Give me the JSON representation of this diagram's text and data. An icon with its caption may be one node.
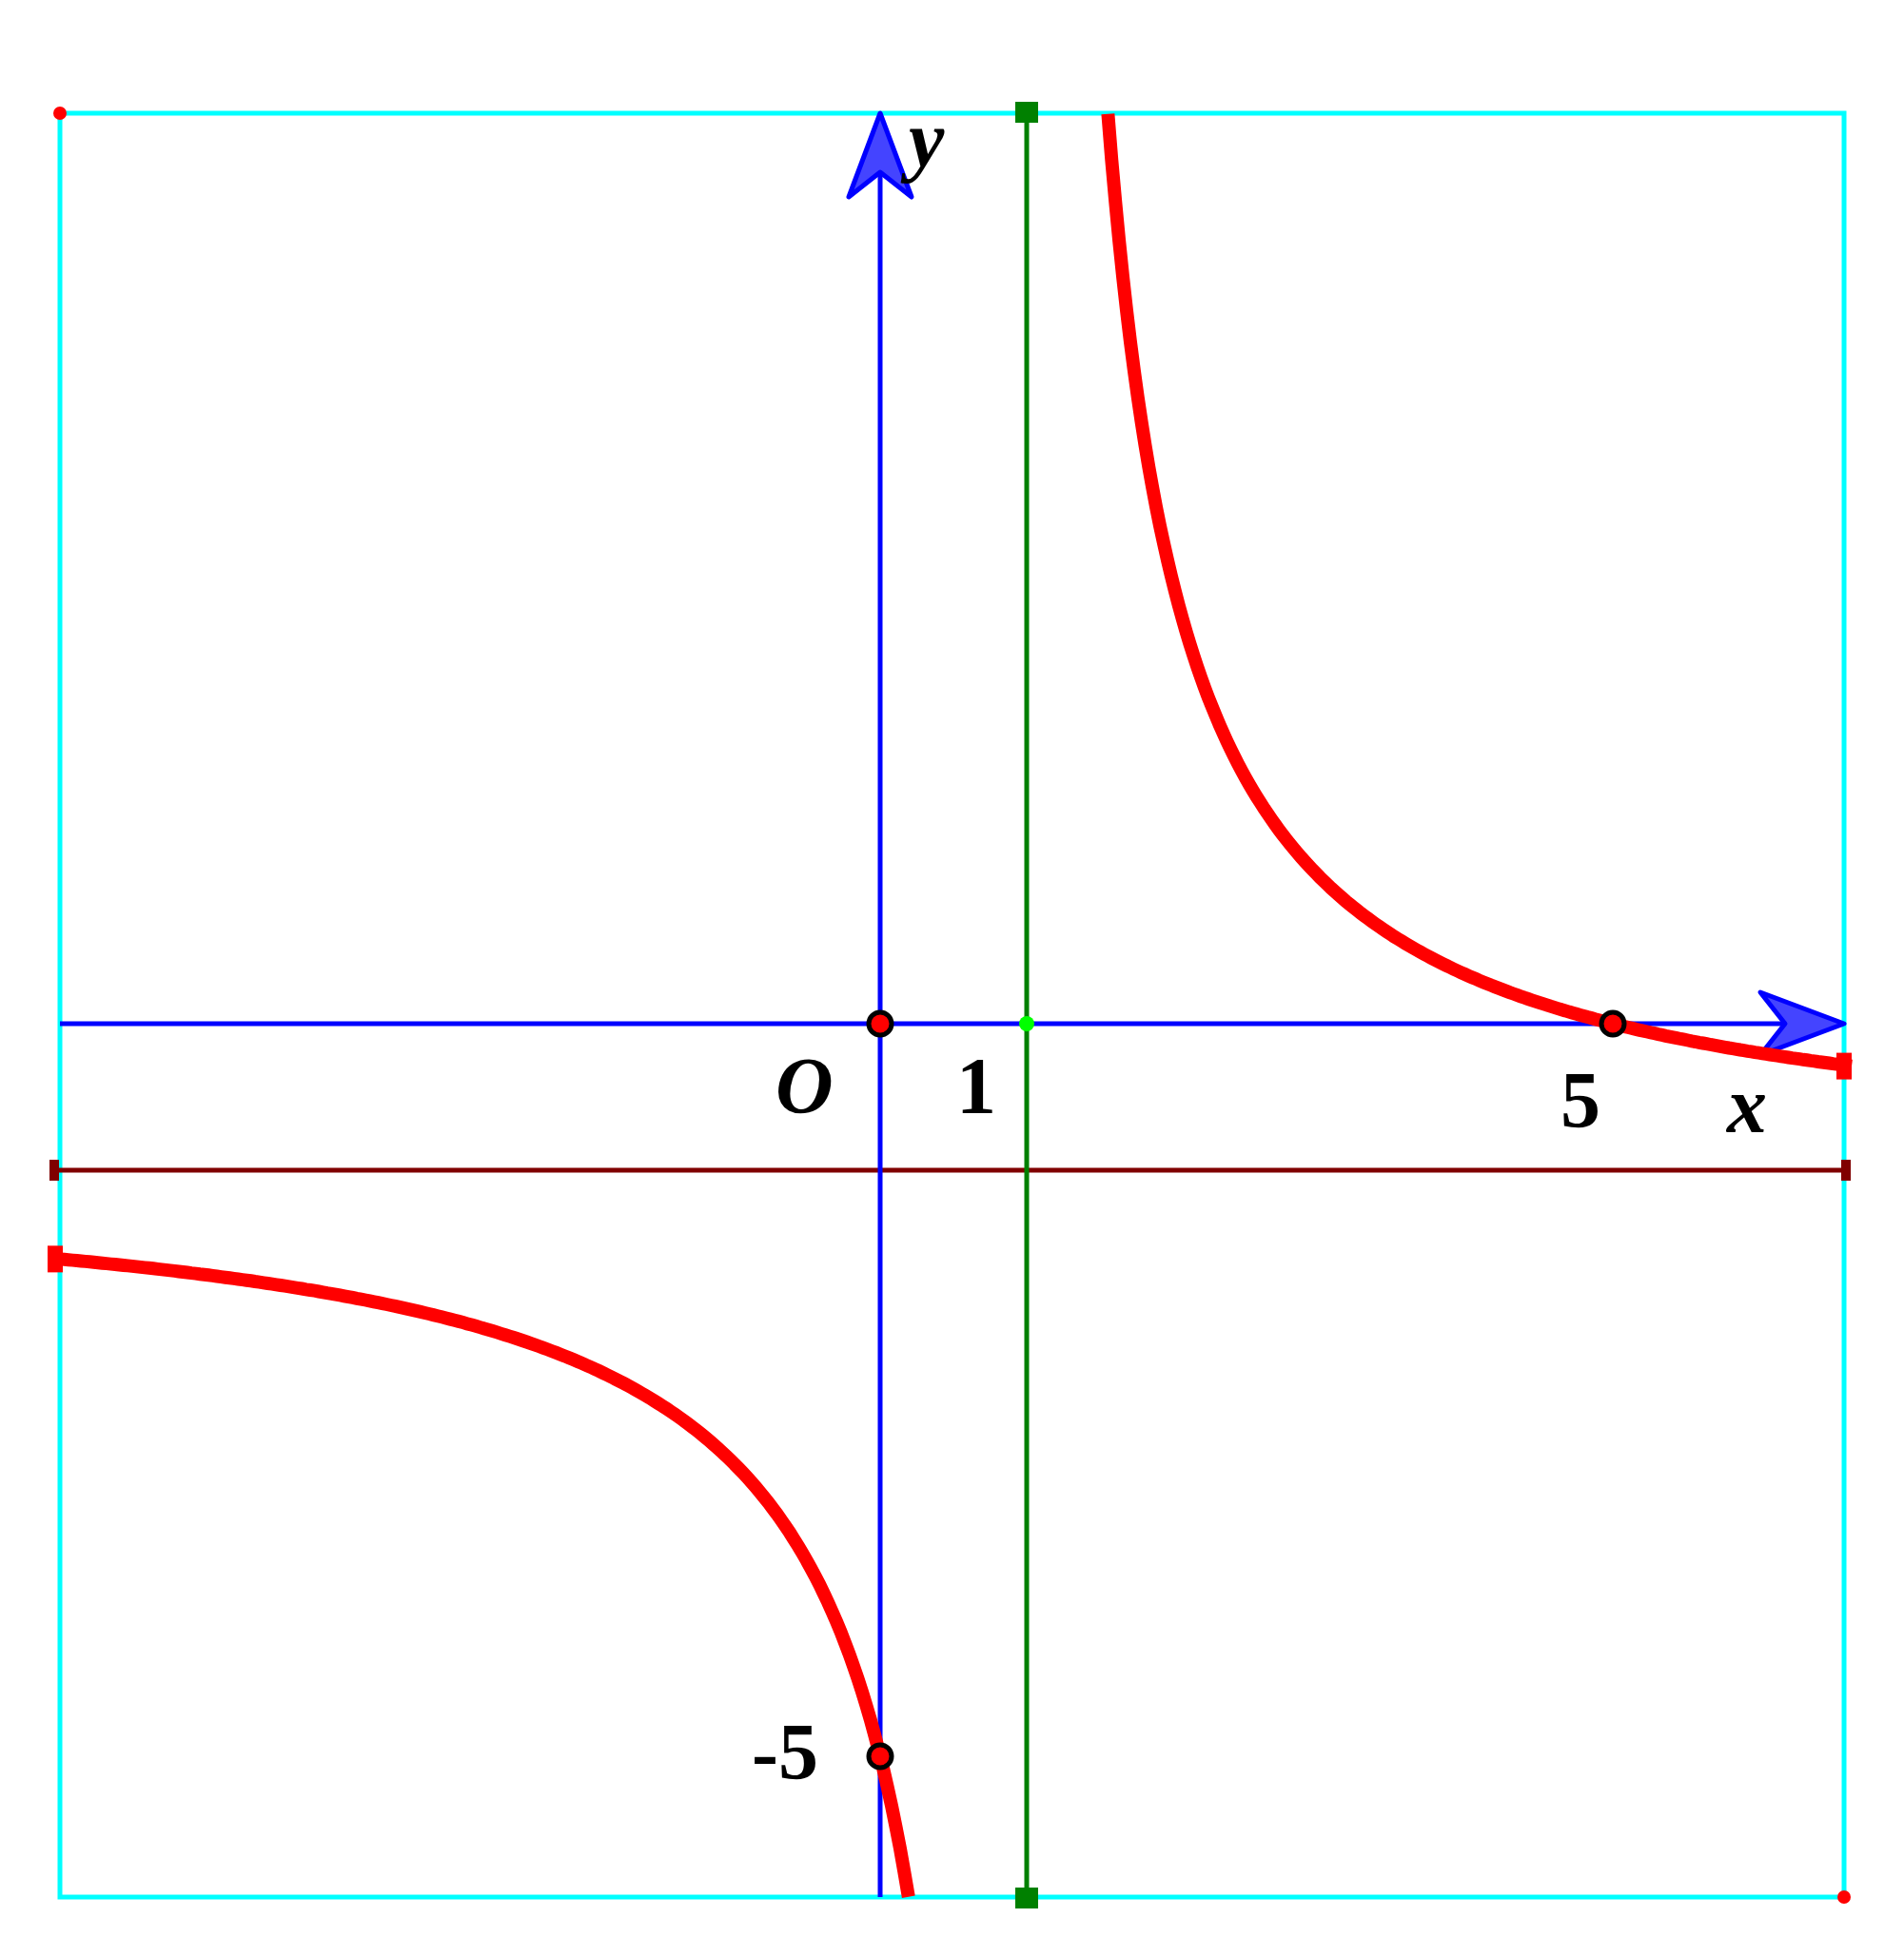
{
  "diagram": {
    "labels": [
      "y",
      "O",
      "1",
      "5",
      "x",
      "-5"
    ]
  }
}
